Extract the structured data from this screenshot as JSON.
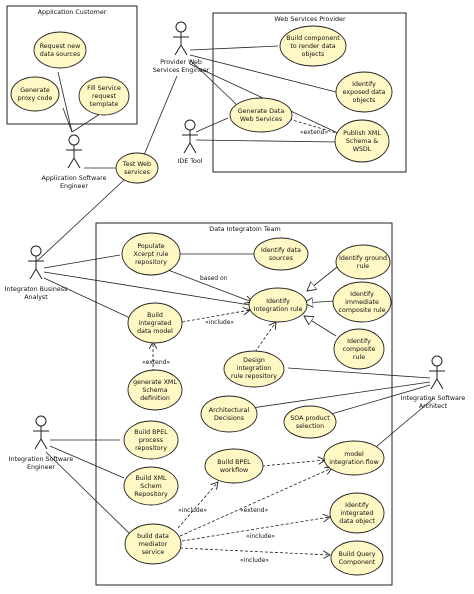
{
  "boundaries": {
    "app_customer": "Application Customer",
    "web_services_provider": "Web Services Provider",
    "data_integration_team": "Data Integratoin Team"
  },
  "actors": {
    "app_software_engineer": [
      "Application Software",
      "Engineer"
    ],
    "provider_ws_engineer": [
      "Provider Web",
      "Services Engineer"
    ],
    "ide_tool": [
      "IDE Tool"
    ],
    "integration_business_analyst": [
      "Integraton Business",
      "Analyst"
    ],
    "integration_software_engineer": [
      "Integration Software",
      "Engineer"
    ],
    "integration_software_architect": [
      "Integration Software",
      "Architect"
    ]
  },
  "use_cases": {
    "request_new_sources": [
      "Request new",
      "data sources"
    ],
    "generate_proxy_code": [
      "Generate",
      "proxy code"
    ],
    "fill_service_request": [
      "Fill Service",
      "request",
      "template"
    ],
    "test_web_services": [
      "Test Web",
      "services"
    ],
    "build_component": [
      "Build component",
      "to render data",
      "objects"
    ],
    "identify_exposed": [
      "Identify",
      "exposed data",
      "objects"
    ],
    "generate_data_ws": [
      "Generate Data",
      "Web Services"
    ],
    "publish_xml": [
      "Publish XML",
      "Schema &",
      "WSDL"
    ],
    "populate_xcerpt": [
      "Populate",
      "Xcerpt rule",
      "repository"
    ],
    "identify_data_sources": [
      "Identify data",
      "sources"
    ],
    "identify_ground_rule": [
      "Identify ground",
      "rule"
    ],
    "identify_integration_rule": [
      "Identify",
      "Integration rule"
    ],
    "identify_immediate": [
      "Identify",
      "immediate",
      "composite rule"
    ],
    "identify_composite": [
      "Identify",
      "composite",
      "rule"
    ],
    "build_integrated_model": [
      "Build",
      "integrated",
      "data model"
    ],
    "generate_xml_schema": [
      "generate XML",
      "Schema",
      "definition"
    ],
    "design_integration_repo": [
      "Design",
      "integration",
      "rule repository"
    ],
    "architectural_decisions": [
      "Architectural",
      "Decisions"
    ],
    "soa_product_selection": [
      "SOA product",
      "selection"
    ],
    "build_bpel_repo": [
      "Build BPEL",
      "process",
      "repository"
    ],
    "build_xml_schem_repo": [
      "Build XML",
      "Schem",
      "Repository"
    ],
    "build_bpel_workflow": [
      "Build BPEL",
      "workflow"
    ],
    "model_integration_flow": [
      "model",
      "integration flow"
    ],
    "build_data_mediator": [
      "build data",
      "mediator",
      "service"
    ],
    "identify_integrated_obj": [
      "Identify",
      "integrated",
      "data object"
    ],
    "build_query_component": [
      "Build Query",
      "Component"
    ]
  },
  "relation_labels": {
    "extend": "«extend»",
    "include": "«include»",
    "based_on": "based on"
  }
}
